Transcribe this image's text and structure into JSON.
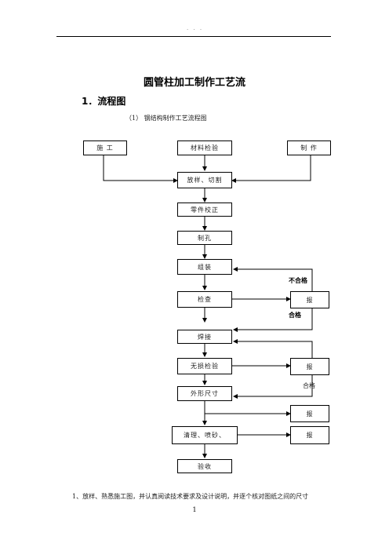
{
  "header": {
    "dots": ". . ."
  },
  "document": {
    "title": "圆管柱加工制作工艺流",
    "section": "1．流程图",
    "subsection": "（1）  钢结构制作工艺流程图"
  },
  "flowchart": {
    "boxes": {
      "construction": "施 工",
      "material_inspect": "材料检验",
      "fabricate": "制 作",
      "layout_cut": "放样、切割",
      "part_correct": "零件校正",
      "drill": "制孔",
      "assemble": "组装",
      "inspect": "检查",
      "report1": "报",
      "weld": "焊接",
      "ndt": "无损检验",
      "report2": "报",
      "dimension": "外形尺寸",
      "report3": "报",
      "clean": "清理、喷砂、",
      "report4": "报",
      "accept": "验收"
    },
    "labels": {
      "unqualified": "不合格",
      "qualified": "合格",
      "qualified2": "合格"
    }
  },
  "footer": {
    "text": "1、放样、熟悉施工图，并认真阅读技术要求及设计说明，并逐个核对图纸之间的尺寸",
    "page_number": "1"
  }
}
